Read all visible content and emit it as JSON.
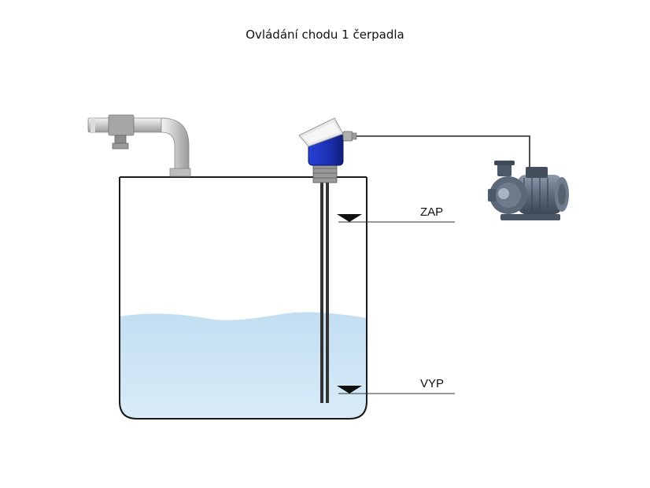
{
  "title": "Ovládání chodu 1 čerpadla",
  "levels": {
    "on_label": "ZAP",
    "off_label": "VYP"
  },
  "colors": {
    "water": "#cfe6f5",
    "water_surface": "#c2def2",
    "sensor_head": "#1a2fb0",
    "tank_outline": "#1a1a1a",
    "pipe": "#d0d0d0",
    "pump_body": "#5f6e80"
  },
  "icons": {
    "sensor": "level-sensor-icon",
    "pump": "pump-icon",
    "pipe": "pipe-icon"
  }
}
